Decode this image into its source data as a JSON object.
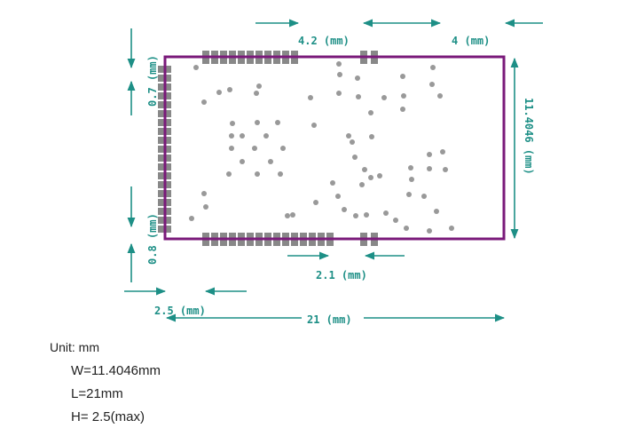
{
  "colors": {
    "outline": "#7a1a7a",
    "pad": "#888888",
    "via": "#999999",
    "arrow": "#1d8f86",
    "text": "#1d8f86"
  },
  "dimensions": {
    "top_middle": "4.2 (mm)",
    "top_right": "4 (mm)",
    "left_top": "0.7 (mm)",
    "left_bottom": "0.8 (mm)",
    "right_height": "11.4046 (mm)",
    "bottom_middle": "2.1 (mm)",
    "bottom_left": "2.5 (mm)",
    "bottom_length": "21 (mm)"
  },
  "notes": {
    "unit": "Unit: mm",
    "width": "W=11.4046mm",
    "length": "L=21mm",
    "height": "H= 2.5(max)"
  }
}
